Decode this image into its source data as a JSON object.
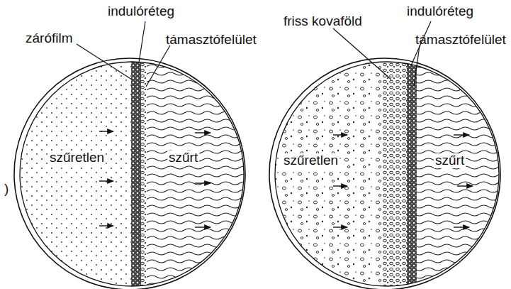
{
  "diagram": {
    "labels": [
      "indulóréteg",
      "zárófilm",
      "támasztófelület",
      "szűretlen",
      "szűrt",
      ")",
      "friss kovaföld",
      "indulóréteg",
      "támasztófelület",
      "szűretlen",
      "szűrt"
    ]
  }
}
